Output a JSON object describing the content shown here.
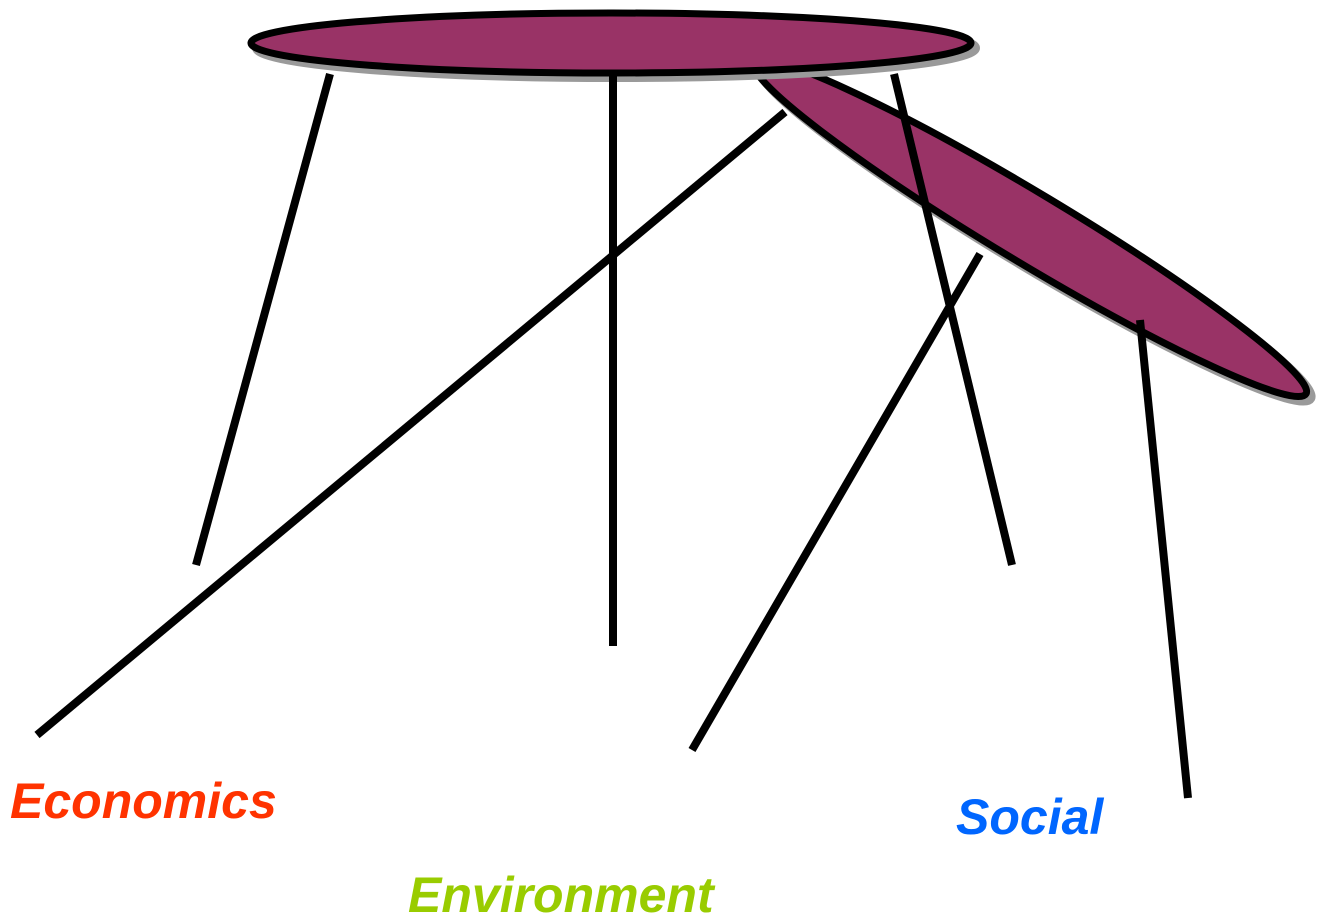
{
  "labels": {
    "economics": "Economics",
    "environment": "Environment",
    "social": "Social"
  },
  "colors": {
    "economics": "#ff3300",
    "environment": "#99cc00",
    "social": "#0066ff",
    "tabletop": "#993366",
    "stroke": "#000000",
    "shadow": "#9a9a9a"
  }
}
